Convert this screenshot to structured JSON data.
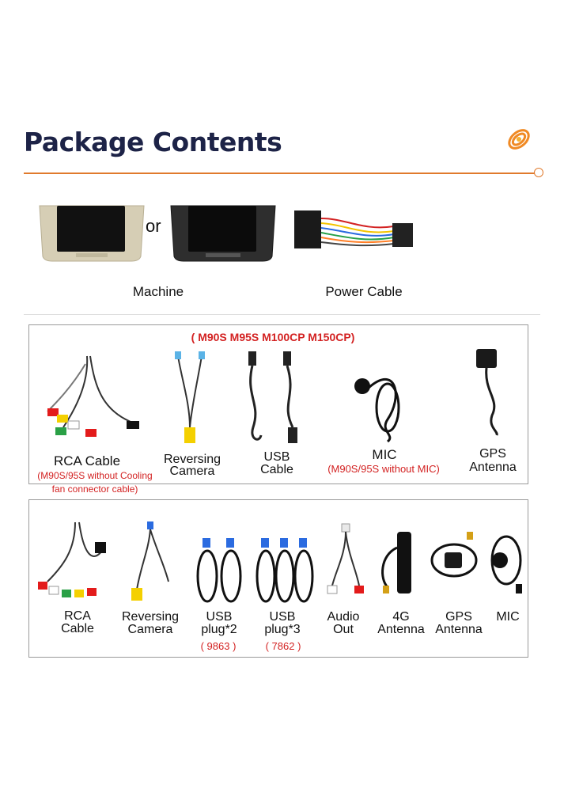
{
  "header": {
    "title": "Package Contents"
  },
  "top": {
    "or_text": "or",
    "machine_label": "Machine",
    "power_label": "Power Cable"
  },
  "box1": {
    "model_note": "( M90S M95S M100CP M150CP)",
    "rca": {
      "line1": "RCA Cable",
      "note1": "(M90S/95S without Cooling",
      "note2": "fan connector cable)"
    },
    "reversing": {
      "line1": "Reversing",
      "line2": "Camera"
    },
    "usb": {
      "line1": "USB",
      "line2": "Cable"
    },
    "mic": {
      "line1": "MIC",
      "note": "(M90S/95S without MIC)"
    },
    "gps": {
      "line1": "GPS",
      "line2": "Antenna"
    }
  },
  "box2": {
    "rca": {
      "line1": "RCA",
      "line2": "Cable"
    },
    "reversing": {
      "line1": "Reversing",
      "line2": "Camera"
    },
    "usb2": {
      "line1": "USB",
      "line2": "plug*2",
      "code": "( 9863 )"
    },
    "usb3": {
      "line1": "USB",
      "line2": "plug*3",
      "code": "( 7862 )"
    },
    "audio": {
      "line1": "Audio",
      "line2": "Out"
    },
    "g4": {
      "line1": "4G",
      "line2": "Antenna"
    },
    "gps": {
      "line1": "GPS",
      "line2": "Antenna"
    },
    "mic": {
      "line1": "MIC"
    }
  },
  "colors": {
    "title": "#1d2347",
    "accent": "#e07a2c",
    "note_red": "#d32222"
  }
}
